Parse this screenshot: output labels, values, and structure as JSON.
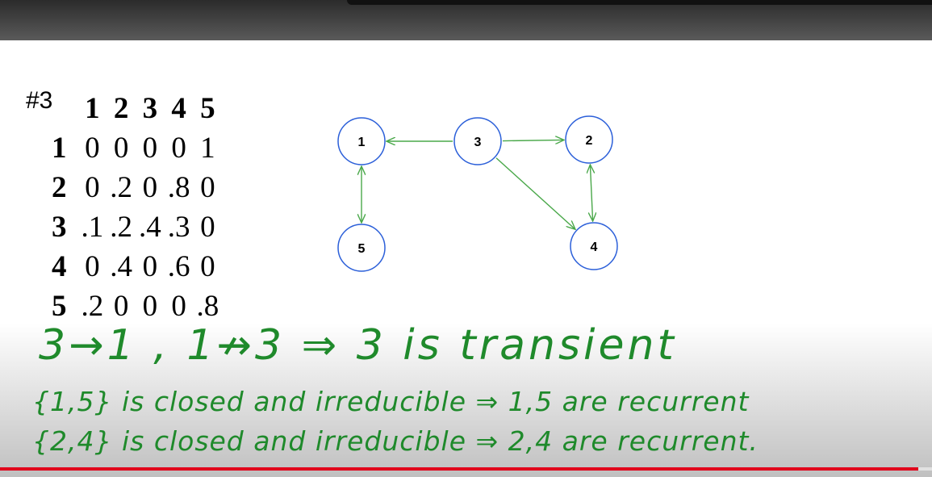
{
  "problem_label": "#3",
  "matrix": {
    "column_headers": [
      "1",
      "2",
      "3",
      "4",
      "5"
    ],
    "rows": [
      {
        "state": "1",
        "values": [
          "0",
          "0",
          "0",
          "0",
          "1"
        ]
      },
      {
        "state": "2",
        "values": [
          "0",
          ".2",
          "0",
          ".8",
          "0"
        ]
      },
      {
        "state": "3",
        "values": [
          ".1",
          ".2",
          ".4",
          ".3",
          "0"
        ]
      },
      {
        "state": "4",
        "values": [
          "0",
          ".4",
          "0",
          ".6",
          "0"
        ]
      },
      {
        "state": "5",
        "values": [
          ".2",
          "0",
          "0",
          "0",
          ".8"
        ]
      }
    ]
  },
  "graph": {
    "nodes": [
      "1",
      "3",
      "2",
      "5",
      "4"
    ],
    "edges": [
      {
        "from": "3",
        "to": "1"
      },
      {
        "from": "3",
        "to": "2"
      },
      {
        "from": "3",
        "to": "4"
      },
      {
        "from": "1",
        "to": "5",
        "bidirectional": true
      },
      {
        "from": "2",
        "to": "4",
        "bidirectional": true
      }
    ],
    "node_color": "#2b5fd9",
    "edge_color": "#4aa84a"
  },
  "handwriting": {
    "line1": "3→1 , 1↛3 ⇒ 3 is transient",
    "line2": "{1,5} is closed and irreducible ⇒ 1,5 are recurrent",
    "line3": "{2,4} is closed and irreducible ⇒ 2,4 are recurrent.",
    "color": "#1f8a2b"
  },
  "player": {
    "progress_fraction": 0.985,
    "progress_color": "#e1001b"
  }
}
